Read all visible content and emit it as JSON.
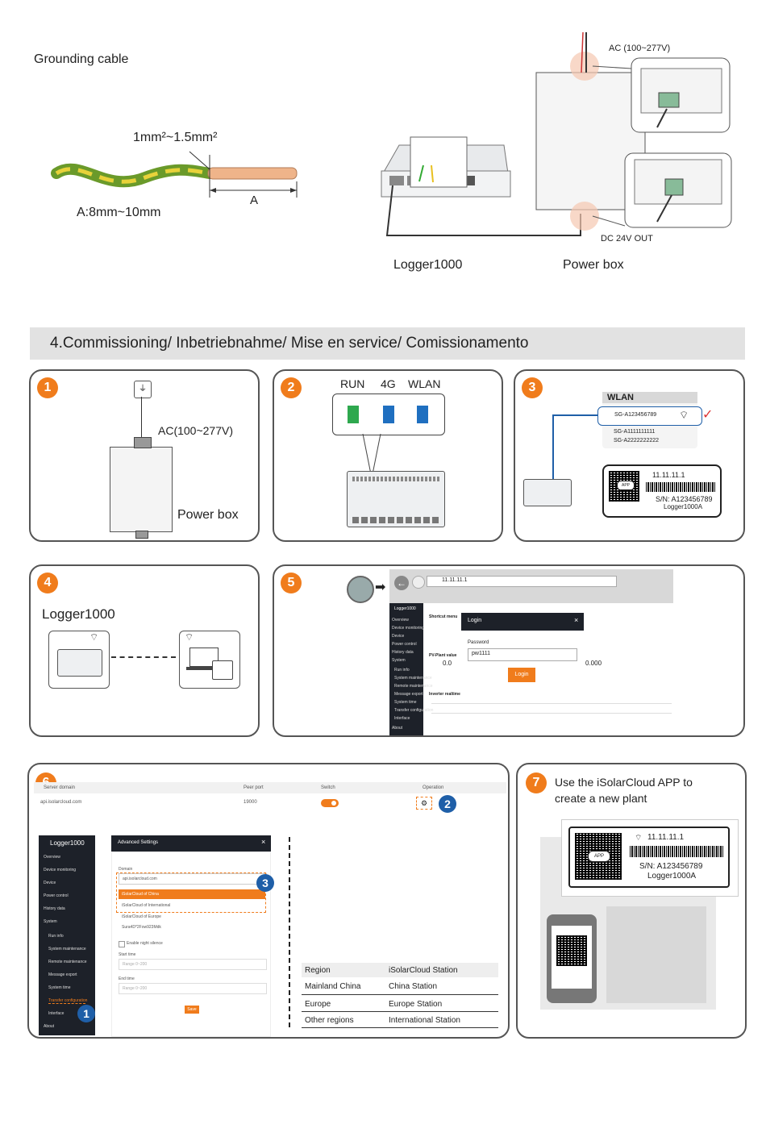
{
  "top": {
    "grounding_title": "Grounding  cable",
    "cable_spec": "1mm²~1.5mm²",
    "strip_label": "A",
    "strip_length": "A:8mm~10mm",
    "ac_label": "AC (100~277V)",
    "dc_label": "DC 24V OUT",
    "logger_label": "Logger1000",
    "powerbox_label": "Power box"
  },
  "section": {
    "title": "4.Commissioning/ Inbetriebnahme/ Mise en service/ Comissionamento"
  },
  "step1": {
    "num": "1",
    "ac_label": "AC(100~277V)",
    "box_label": "Power box"
  },
  "step2": {
    "num": "2",
    "run": "RUN",
    "g4": "4G",
    "wlan": "WLAN"
  },
  "step3": {
    "num": "3",
    "wlan_title": "WLAN",
    "ssids": [
      "SG-A123456789",
      "SG-A1111111111",
      "SG-A2222222222"
    ],
    "ip": "11.11.11.1",
    "sn": "S/N: A123456789",
    "model": "Logger1000A",
    "app_badge": "APP"
  },
  "step4": {
    "num": "4",
    "logger_label": "Logger1000"
  },
  "step5": {
    "num": "5",
    "url": "11.11.11.1",
    "brand": "Logger1000",
    "shortcut": "Shortcut menu",
    "login_title": "Login",
    "password_label": "Password",
    "password_value": "pw1111",
    "login_button": "Login",
    "pv_value_label": "PV-Plant value",
    "value1": "0.0",
    "value2": "0.000",
    "inverter_label": "Inverter realtime",
    "menu": [
      "Overview",
      "Device monitoring",
      "Device",
      "Power control",
      "History data",
      "System",
      "Run info",
      "System maintenance",
      "Remote maintenance",
      "Message export",
      "System time",
      "Transfer configuration",
      "Interface",
      "About"
    ]
  },
  "step6": {
    "num": "6",
    "col_domain": "Server domain",
    "col_port": "Peer port",
    "col_switch": "Switch",
    "col_operation": "Operation",
    "row_domain": "api.isolarcloud.com",
    "row_port": "19000",
    "badge1": "1",
    "badge2": "2",
    "badge3": "3",
    "brand": "Logger1000",
    "menu": [
      "Overview",
      "Device monitoring",
      "Device",
      "Power control",
      "History data",
      "System",
      "Run info",
      "System maintenance",
      "Remote maintenance",
      "Message export",
      "System time",
      "Transfer configuration",
      "Interface",
      "About"
    ],
    "dialog_title": "Advanced Settings",
    "domain_label": "Domain",
    "domain_value": "api.isolarcloud.com",
    "options": [
      "iSolarCloud of China",
      "iSolarCloud of International",
      "iSolarCloud of Europe"
    ],
    "extra_value": "Sura4D*2Fow923Mdk",
    "silence_label": "Enable night silence",
    "start_label": "Start time",
    "end_label": "End time",
    "range_placeholder": "Range 0~200",
    "save_button": "Save",
    "table_headers": [
      "Region",
      "iSolarCloud Station"
    ],
    "table_rows": [
      [
        "Mainland China",
        "China Station"
      ],
      [
        "Europe",
        "Europe Station"
      ],
      [
        "Other regions",
        "International  Station"
      ]
    ]
  },
  "step7": {
    "num": "7",
    "text1": "Use the iSolarCloud APP to",
    "text2": "create a new plant",
    "ip": "11.11.11.1",
    "sn": "S/N: A123456789",
    "model": "Logger1000A",
    "app_badge": "APP"
  }
}
